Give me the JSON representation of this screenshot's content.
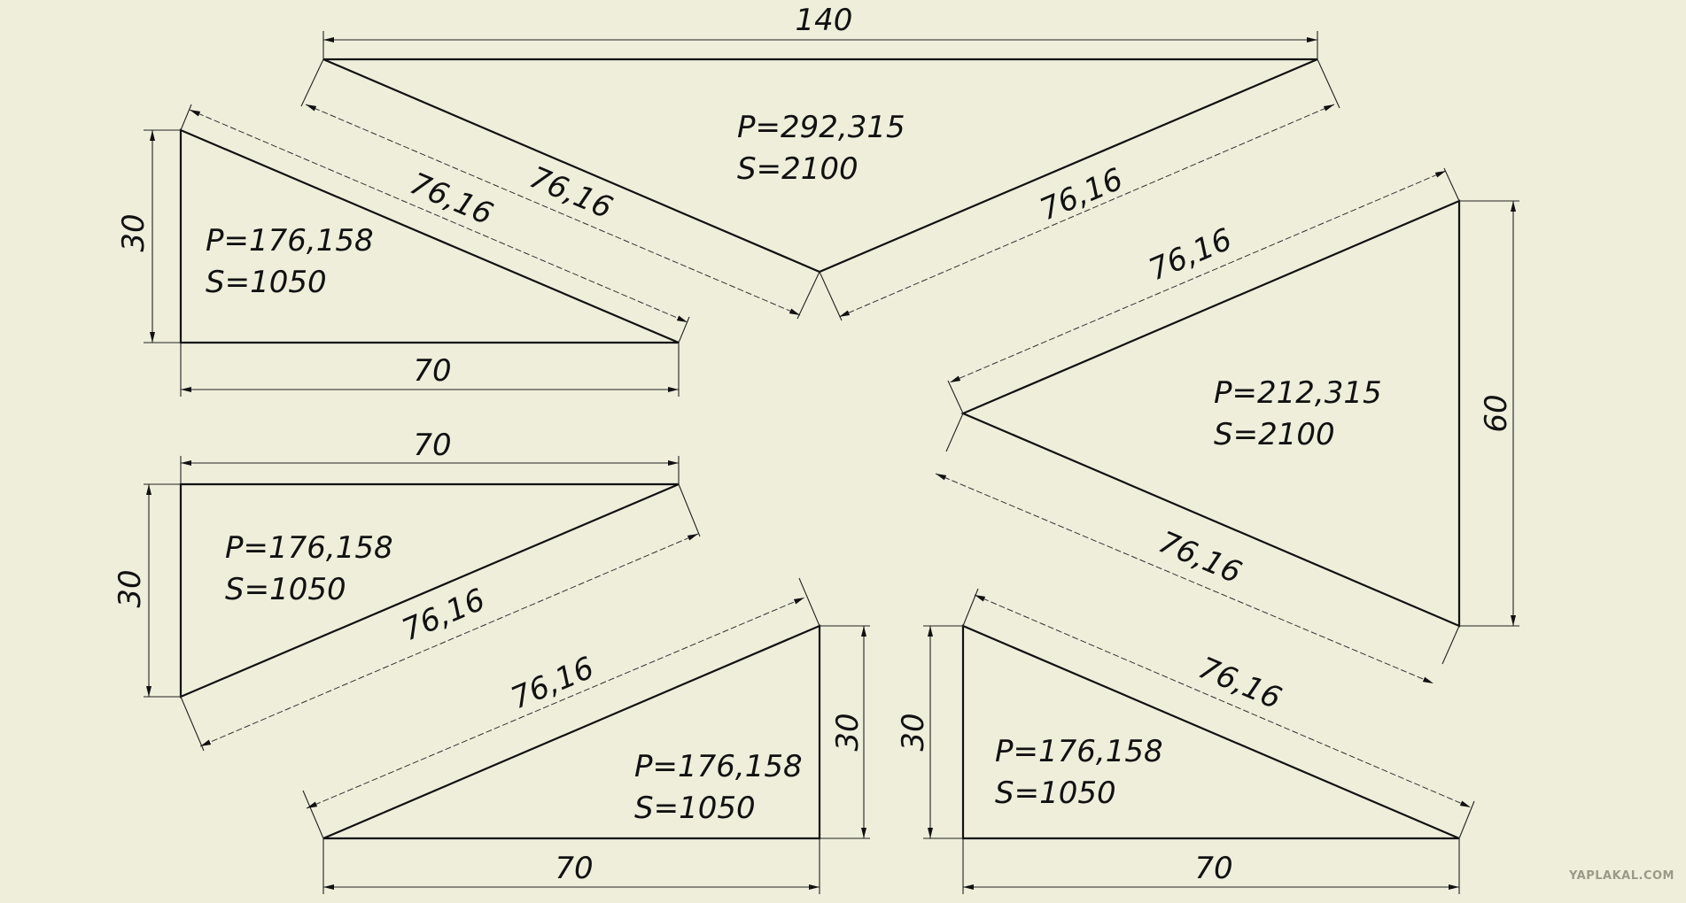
{
  "shapes": [
    {
      "id": "top-triangle",
      "perimeter": "P=292,315",
      "area": "S=2100",
      "dims": {
        "top": "140",
        "left_slant": "76,16",
        "right_slant": "76,16"
      }
    },
    {
      "id": "upper-left-triangle",
      "perimeter": "P=176,158",
      "area": "S=1050",
      "dims": {
        "height": "30",
        "base": "70",
        "hypotenuse": "76,16"
      }
    },
    {
      "id": "right-triangle",
      "perimeter": "P=212,315",
      "area": "S=2100",
      "dims": {
        "height": "60",
        "upper_slant": "76,16",
        "lower_slant": "76,16"
      }
    },
    {
      "id": "middle-left-triangle",
      "perimeter": "P=176,158",
      "area": "S=1050",
      "dims": {
        "height": "30",
        "base": "70",
        "hypotenuse": "76,16"
      }
    },
    {
      "id": "bottom-center-triangle",
      "perimeter": "P=176,158",
      "area": "S=1050",
      "dims": {
        "height": "30",
        "base": "70",
        "hypotenuse": "76,16"
      }
    },
    {
      "id": "bottom-right-triangle",
      "perimeter": "P=176,158",
      "area": "S=1050",
      "dims": {
        "height": "30",
        "base": "70",
        "hypotenuse": "76,16"
      }
    }
  ],
  "watermark": "YAPLAKAL.COM",
  "colors": {
    "background": "#eeeedb",
    "line": "#111111"
  }
}
